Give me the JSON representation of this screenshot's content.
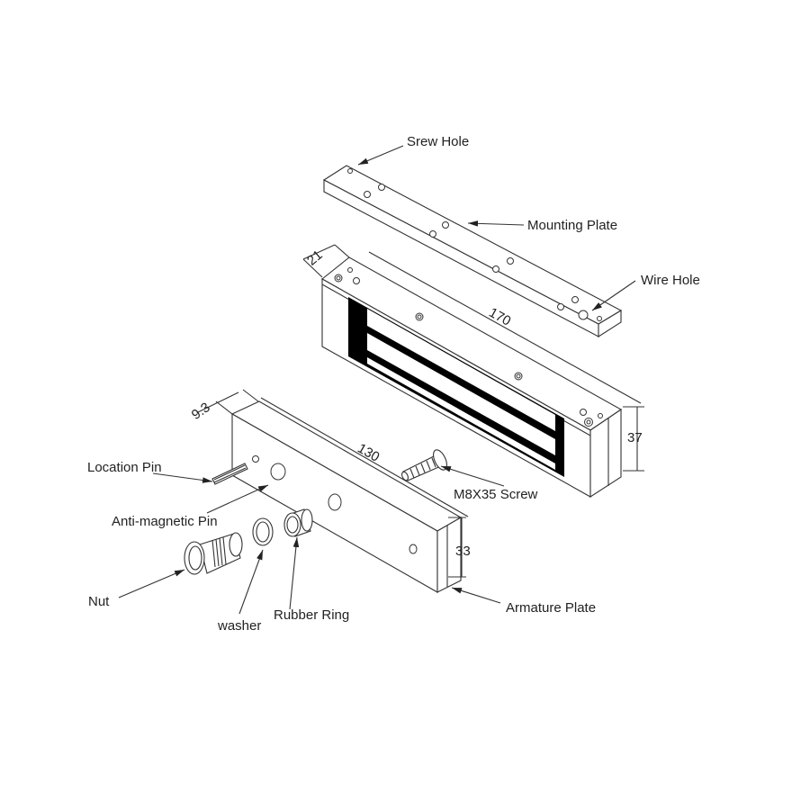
{
  "labels": {
    "screw_hole": "Srew Hole",
    "mounting_plate": "Mounting Plate",
    "wire_hole": "Wire Hole",
    "location_pin": "Location Pin",
    "anti_magnetic_pin": "Anti-magnetic Pin",
    "screw": "M8X35 Screw",
    "nut": "Nut",
    "washer": "washer",
    "rubber_ring": "Rubber Ring",
    "armature_plate": "Armature Plate"
  },
  "dimensions": {
    "magnet_width": "21",
    "magnet_length": "170",
    "magnet_height": "37",
    "armature_width": "9.3",
    "armature_length": "130",
    "armature_height": "33"
  },
  "colors": {
    "line": "#333333",
    "coil": "#000000"
  }
}
